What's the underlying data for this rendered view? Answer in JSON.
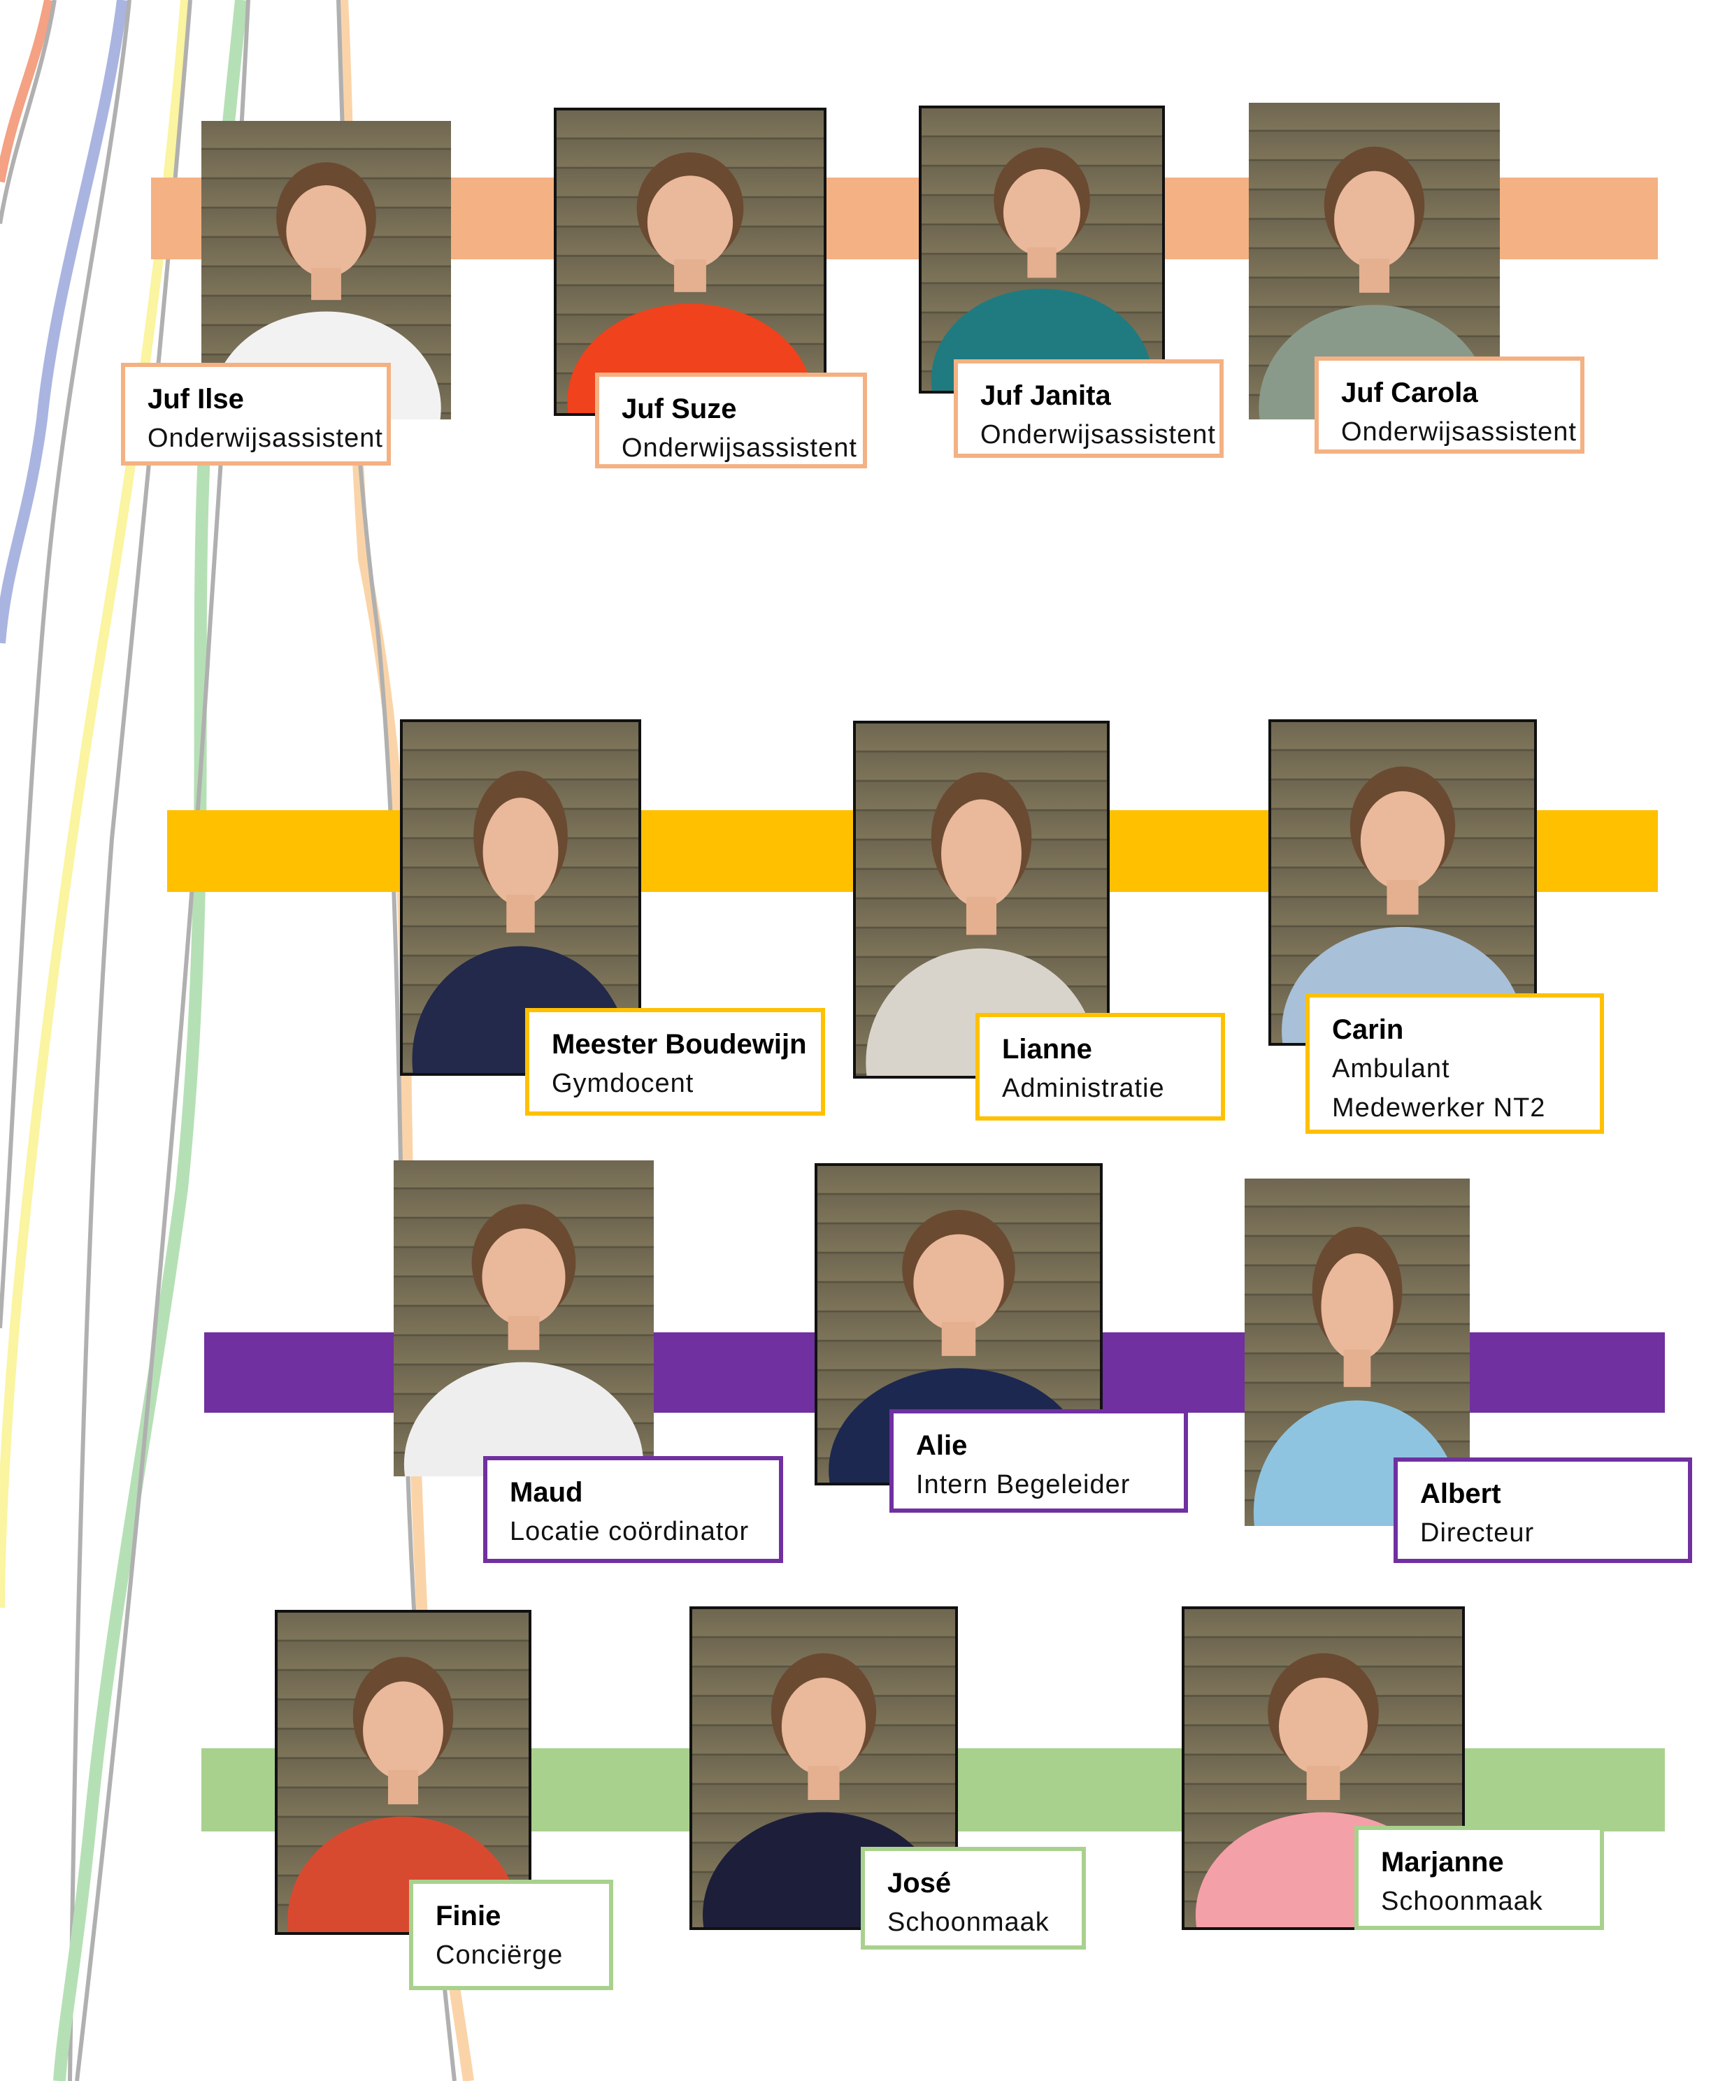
{
  "rows": [
    {
      "color": "#F4B183",
      "members": [
        {
          "name": "Juf Ilse",
          "roles": [
            "Onderwijsassistent"
          ],
          "shirt": "#f2f2f2"
        },
        {
          "name": "Juf Suze",
          "roles": [
            "Onderwijsassistent"
          ],
          "shirt": "#f0421c"
        },
        {
          "name": "Juf Janita",
          "roles": [
            "Onderwijsassistent"
          ],
          "shirt": "#1f7b80"
        },
        {
          "name": "Juf Carola",
          "roles": [
            "Onderwijsassistent"
          ],
          "shirt": "#8a9a8a"
        }
      ]
    },
    {
      "color": "#FFC000",
      "members": [
        {
          "name": "Meester Boudewijn",
          "roles": [
            "Gymdocent"
          ],
          "shirt": "#22294a"
        },
        {
          "name": "Lianne",
          "roles": [
            "Administratie"
          ],
          "shirt": "#d8d4cc"
        },
        {
          "name": "Carin",
          "roles": [
            "Ambulant",
            "Medewerker NT2"
          ],
          "shirt": "#a8c0d8"
        }
      ]
    },
    {
      "color": "#7030A0",
      "members": [
        {
          "name": "Maud",
          "roles": [
            "Locatie coördinator"
          ],
          "shirt": "#eeeeee"
        },
        {
          "name": "Alie",
          "roles": [
            "Intern Begeleider"
          ],
          "shirt": "#1c2850"
        },
        {
          "name": "Albert",
          "roles": [
            "Directeur"
          ],
          "shirt": "#8ec4e0"
        }
      ]
    },
    {
      "color": "#A9D18E",
      "members": [
        {
          "name": "Finie",
          "roles": [
            "Conciërge"
          ],
          "shirt": "#d84a30"
        },
        {
          "name": "José",
          "roles": [
            "Schoonmaak"
          ],
          "shirt": "#1c1e3a"
        },
        {
          "name": "Marjanne",
          "roles": [
            "Schoonmaak"
          ],
          "shirt": "#f4a0a8"
        }
      ]
    }
  ]
}
